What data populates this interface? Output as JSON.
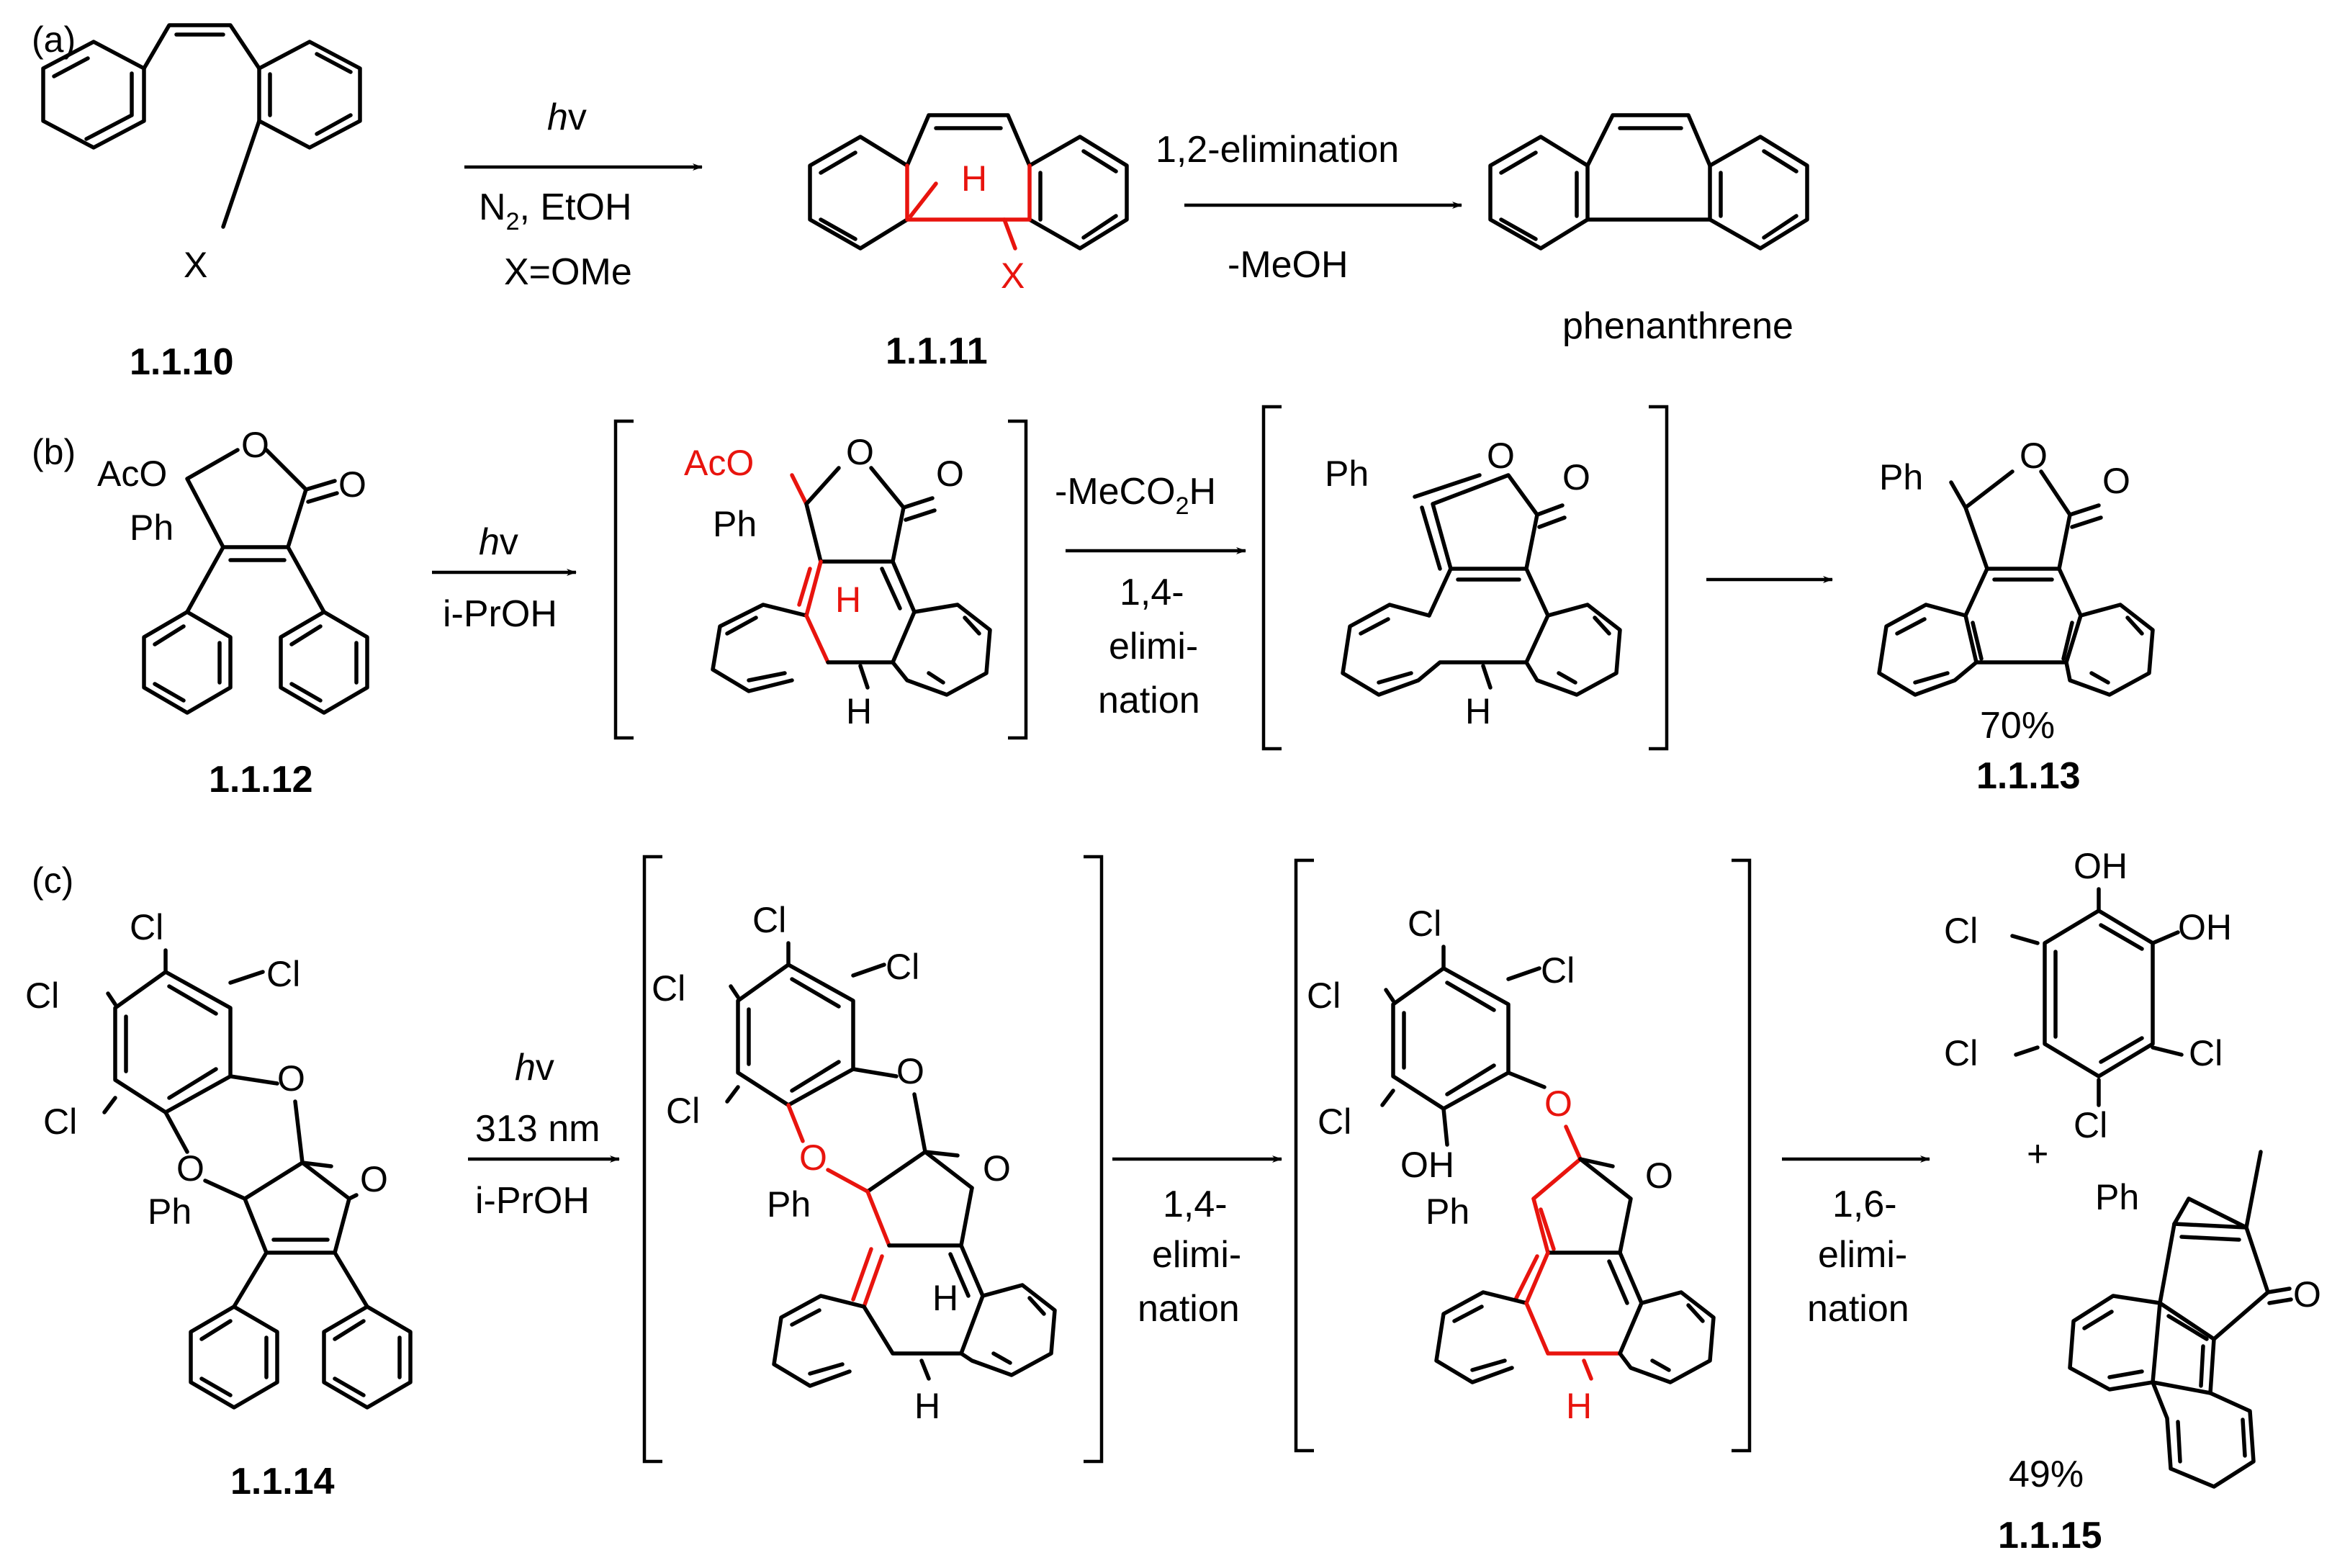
{
  "panels": {
    "a": {
      "tag": "(a)",
      "reagent_hv_h": "h",
      "reagent_hv_v": "v",
      "reagent_1": "N",
      "reagent_1_sub": "2",
      "reagent_1_rest": ", EtOH",
      "reagent_2": "X=OMe",
      "step2_top": "1,2-elimination",
      "step2_bottom": "-MeOH",
      "start_label": "1.1.10",
      "inter_label": "1.1.11",
      "product_label": "phenanthrene",
      "atom_x": "X",
      "atom_h": "H"
    },
    "b": {
      "tag": "(b)",
      "reagent_hv_h": "h",
      "reagent_hv_v": "v",
      "reagent_1": "i-PrOH",
      "step2_top": "-MeCO",
      "step2_top_sub": "2",
      "step2_top_rest": "H",
      "step2_l1": "1,4-",
      "step2_l2": "elimi-",
      "step2_l3": "nation",
      "start_label": "1.1.12",
      "product_label": "1.1.13",
      "yield": "70%",
      "acO": "AcO",
      "ph": "Ph",
      "o": "O",
      "h": "H"
    },
    "c": {
      "tag": "(c)",
      "reagent_hv_h": "h",
      "reagent_hv_v": "v",
      "reagent_1": "313 nm",
      "reagent_2": "i-PrOH",
      "step2_l1": "1,4-",
      "step2_l2": "elimi-",
      "step2_l3": "nation",
      "step3_l1": "1,6-",
      "step3_l2": "elimi-",
      "step3_l3": "nation",
      "start_label": "1.1.14",
      "product_label": "1.1.15",
      "yield": "49%",
      "plus": "+",
      "cl": "Cl",
      "o": "O",
      "ph": "Ph",
      "h": "H",
      "oh": "OH"
    }
  },
  "colors": {
    "highlight": "#e8140e",
    "ink": "#000000"
  }
}
